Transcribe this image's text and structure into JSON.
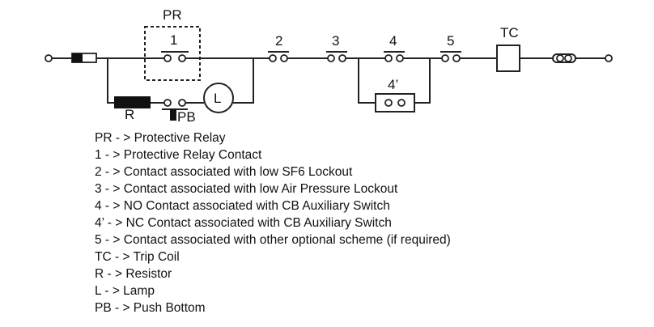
{
  "diagram": {
    "labels": {
      "pr": "PR",
      "c1": "1",
      "c2": "2",
      "c3": "3",
      "c4": "4",
      "c4p": "4’",
      "c5": "5",
      "tc": "TC",
      "r": "R",
      "l": "L",
      "pb": "PB"
    }
  },
  "legend": [
    "PR - > Protective Relay",
    "1 - > Protective Relay Contact",
    "2 - > Contact associated with low SF6 Lockout",
    "3 - > Contact associated with low Air Pressure Lockout",
    "4 - > NO Contact associated with CB Auxiliary Switch",
    "4’ - > NC Contact associated with CB Auxiliary Switch",
    "5 - > Contact associated with other optional scheme (if required)",
    "TC - > Trip Coil",
    "R - > Resistor",
    "L - > Lamp",
    "PB - > Push Bottom"
  ]
}
